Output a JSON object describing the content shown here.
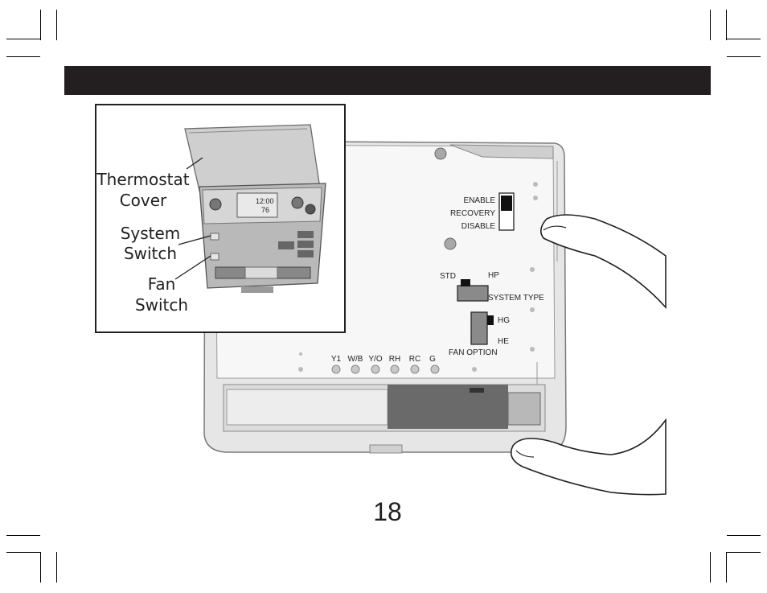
{
  "page": {
    "number": "18"
  },
  "inset": {
    "callouts": [
      {
        "line1": "Thermostat",
        "line2": "Cover"
      },
      {
        "line1": "System",
        "line2": "Switch"
      },
      {
        "line1": "Fan",
        "line2": "Switch"
      }
    ],
    "display": {
      "time": "12:00",
      "temp": "76"
    }
  },
  "board": {
    "recovery": {
      "enable": "ENABLE",
      "recovery": "RECOVERY",
      "disable": "DISABLE"
    },
    "system_type": {
      "std": "STD",
      "hp": "HP",
      "label": "SYSTEM  TYPE"
    },
    "fan_option": {
      "hg": "HG",
      "he": "HE",
      "label": "FAN OPTION"
    },
    "terminals": [
      "Y1",
      "W/B",
      "Y/O",
      "RH",
      "RC",
      "G"
    ]
  },
  "colors": {
    "header": "#231f20",
    "panel": "#f2f2f2",
    "switch_fill": "#8a8a8a",
    "switch_knob": "#111111"
  }
}
